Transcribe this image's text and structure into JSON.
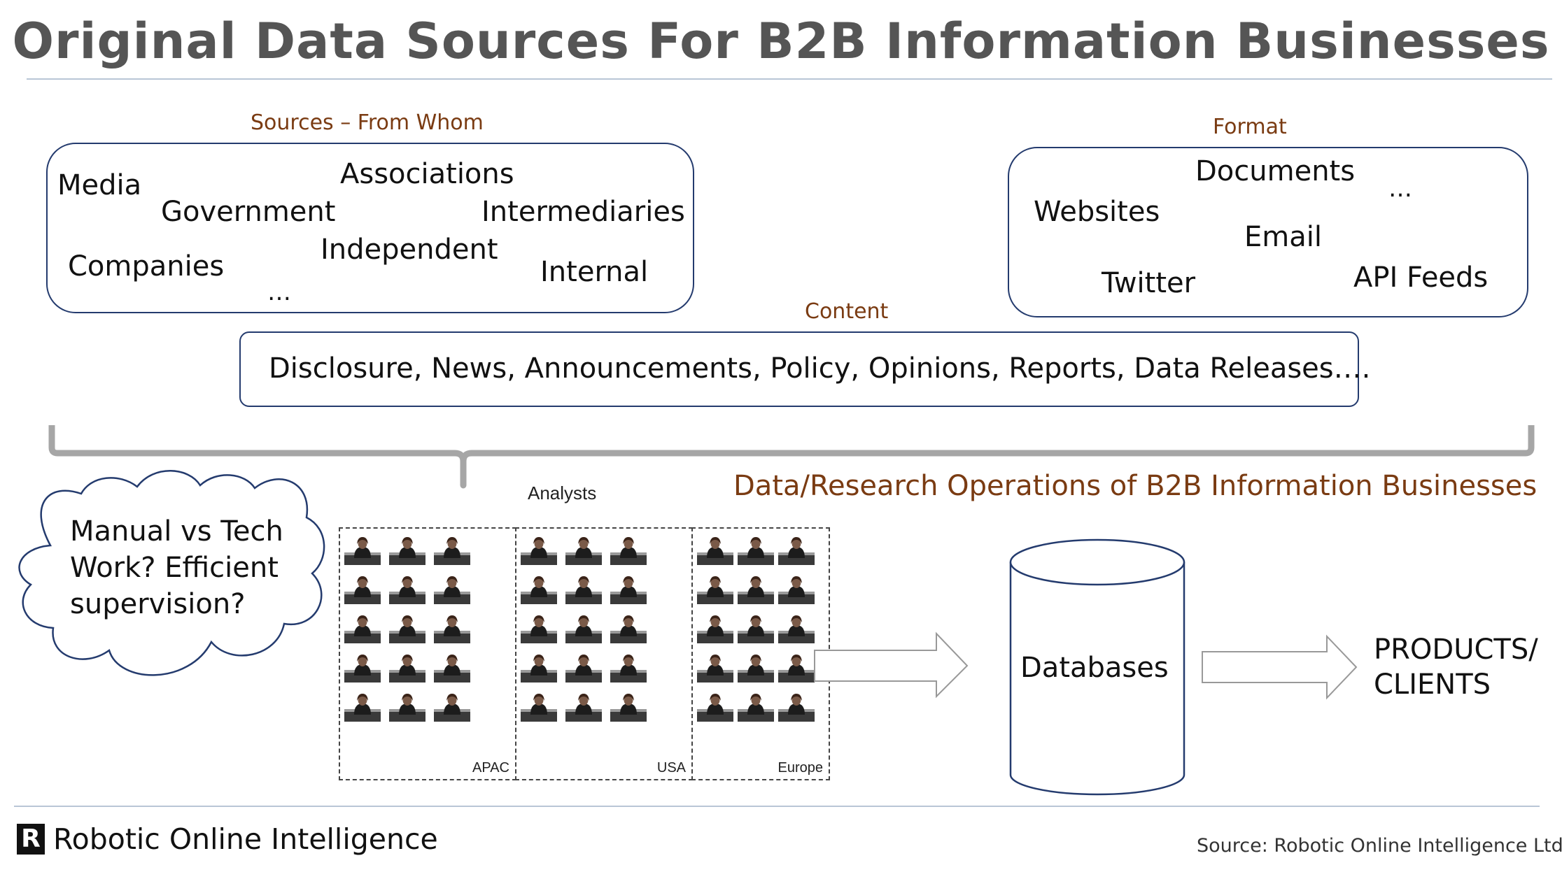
{
  "title": "Original Data Sources For B2B Information Businesses",
  "sources": {
    "label": "Sources – From Whom",
    "items": [
      "Media",
      "Associations",
      "Government",
      "Intermediaries",
      "Independent",
      "Companies",
      "Internal",
      "…"
    ]
  },
  "format": {
    "label": "Format",
    "items": [
      "Documents",
      "…",
      "Websites",
      "Email",
      "Twitter",
      "API Feeds"
    ]
  },
  "content": {
    "label": "Content",
    "text": "Disclosure, News, Announcements, Policy, Opinions, Reports, Data Releases…."
  },
  "operations": {
    "title": "Data/Research Operations of B2B Information Businesses",
    "cloud_text": "Manual vs Tech Work? Efficient supervision?",
    "analysts_label": "Analysts",
    "regions": [
      "APAC",
      "USA",
      "Europe"
    ],
    "analyst_grid": {
      "rows": 5,
      "cols_per_region": 3
    },
    "database_label": "Databases",
    "output_label_line1": "PRODUCTS/",
    "output_label_line2": "CLIENTS"
  },
  "footer": {
    "logo_letter": "R",
    "brand": "Robotic Online Intelligence",
    "source": "Source: Robotic Online Intelligence Ltd"
  },
  "colors": {
    "title_gray": "#555555",
    "label_brown": "#7a3b12",
    "box_border": "#243b6e",
    "brace_gray": "#a6a6a6",
    "rule": "#b9c6d6"
  }
}
